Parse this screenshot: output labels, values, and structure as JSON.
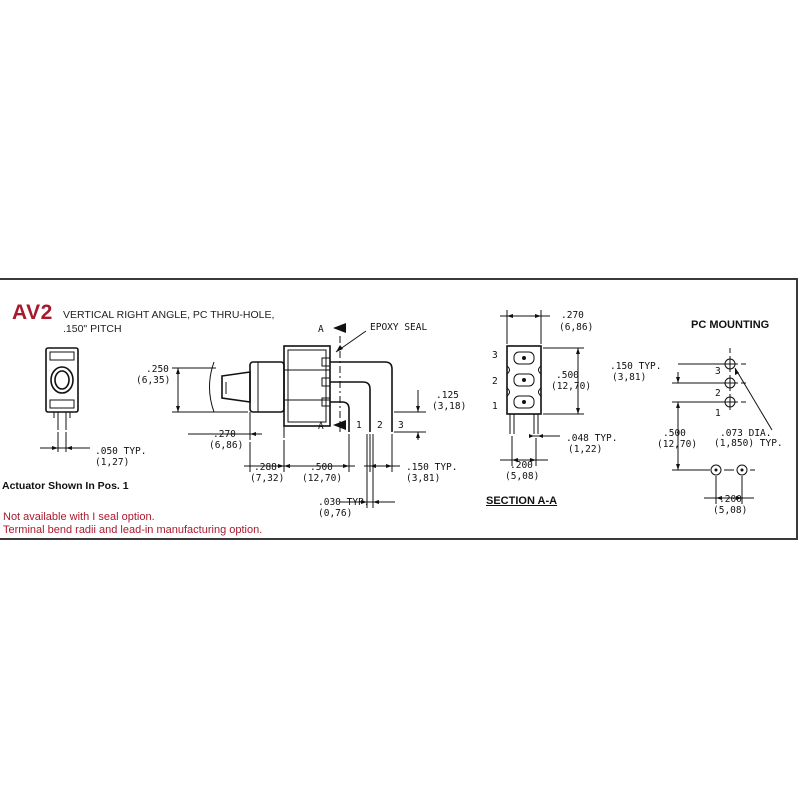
{
  "header": {
    "code": "AV2",
    "description_line1": "VERTICAL RIGHT ANGLE, PC THRU-HOLE,",
    "description_line2": ".150\" PITCH"
  },
  "notes": {
    "actuator": "Actuator Shown In Pos. 1",
    "not_available": "Not available with I seal option.",
    "terminal": "Terminal bend radii and lead-in manufacturing option."
  },
  "side_view": {
    "section_marker": "A",
    "epoxy_label": "EPOXY SEAL",
    "terminal_numbers": [
      "1",
      "2",
      "3"
    ],
    "dim_250": ".250",
    "dim_250_mm": "(6,35)",
    "dim_270": ".270",
    "dim_270_mm": "(6,86)",
    "dim_288": ".288",
    "dim_288_mm": "(7,32)",
    "dim_500": ".500",
    "dim_500_mm": "(12,70)",
    "dim_150": ".150 TYP.",
    "dim_150_mm": "(3,81)",
    "dim_125": ".125",
    "dim_125_mm": "(3,18)",
    "dim_030": ".030 TYP.",
    "dim_030_mm": "(0,76)"
  },
  "front_view": {
    "dim_050": ".050 TYP.",
    "dim_050_mm": "(1,27)"
  },
  "section_view": {
    "title": "SECTION A-A",
    "pin_numbers": [
      "3",
      "2",
      "1"
    ],
    "dim_270": ".270",
    "dim_270_mm": "(6,86)",
    "dim_500": ".500",
    "dim_500_mm": "(12,70)",
    "dim_048": ".048 TYP.",
    "dim_048_mm": "(1,22)",
    "dim_200": ".200",
    "dim_200_mm": "(5,08)"
  },
  "pc_mounting": {
    "title": "PC MOUNTING",
    "hole_numbers": [
      "3",
      "2",
      "1"
    ],
    "dim_150": ".150 TYP.",
    "dim_150_mm": "(3,81)",
    "dim_500": ".500",
    "dim_500_mm": "(12,70)",
    "dim_073": ".073 DIA.",
    "dim_073_mm": "(1,850) TYP.",
    "dim_200": ".200",
    "dim_200_mm": "(5,08)"
  },
  "colors": {
    "brand_red": "#a8192e",
    "line": "#111111"
  }
}
